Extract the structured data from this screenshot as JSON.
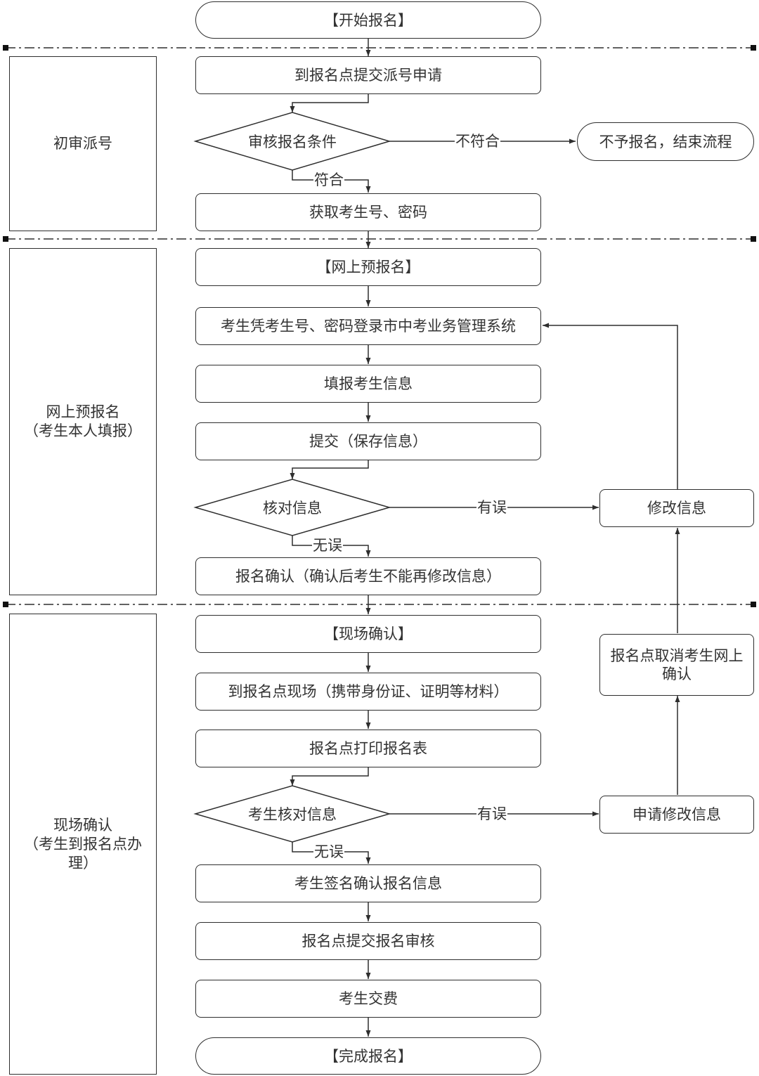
{
  "lanes": {
    "review": "初审派号",
    "online": "网上预报名\n（考生本人填报）",
    "onsite": "现场确认\n（考生到报名点办理）"
  },
  "steps": {
    "start": "【开始报名】",
    "submit_apply": "到报名点提交派号申请",
    "check_cond": "审核报名条件",
    "reject": "不予报名，结束流程",
    "get_id": "获取考生号、密码",
    "online_start": "【网上预报名】",
    "login": "考生凭考生号、密码登录市中考业务管理系统",
    "fill_info": "填报考生信息",
    "submit_save": "提交（保存信息）",
    "verify_info": "核对信息",
    "modify_info": "修改信息",
    "confirm_reg": "报名确认（确认后考生不能再修改信息）",
    "onsite_start": "【现场确认】",
    "go_site": "到报名点现场（携带身份证、证明等材料）",
    "print_form": "报名点打印报名表",
    "cancel_confirm": "报名点取消考生网上确认",
    "student_verify": "考生核对信息",
    "apply_modify": "申请修改信息",
    "sign_confirm": "考生签名确认报名信息",
    "site_submit": "报名点提交报名审核",
    "pay": "考生交费",
    "done": "【完成报名】"
  },
  "edges": {
    "not_match": "不符合",
    "match": "符合",
    "has_error_1": "有误",
    "no_error_1": "无误",
    "has_error_2": "有误",
    "no_error_2": "无误"
  }
}
